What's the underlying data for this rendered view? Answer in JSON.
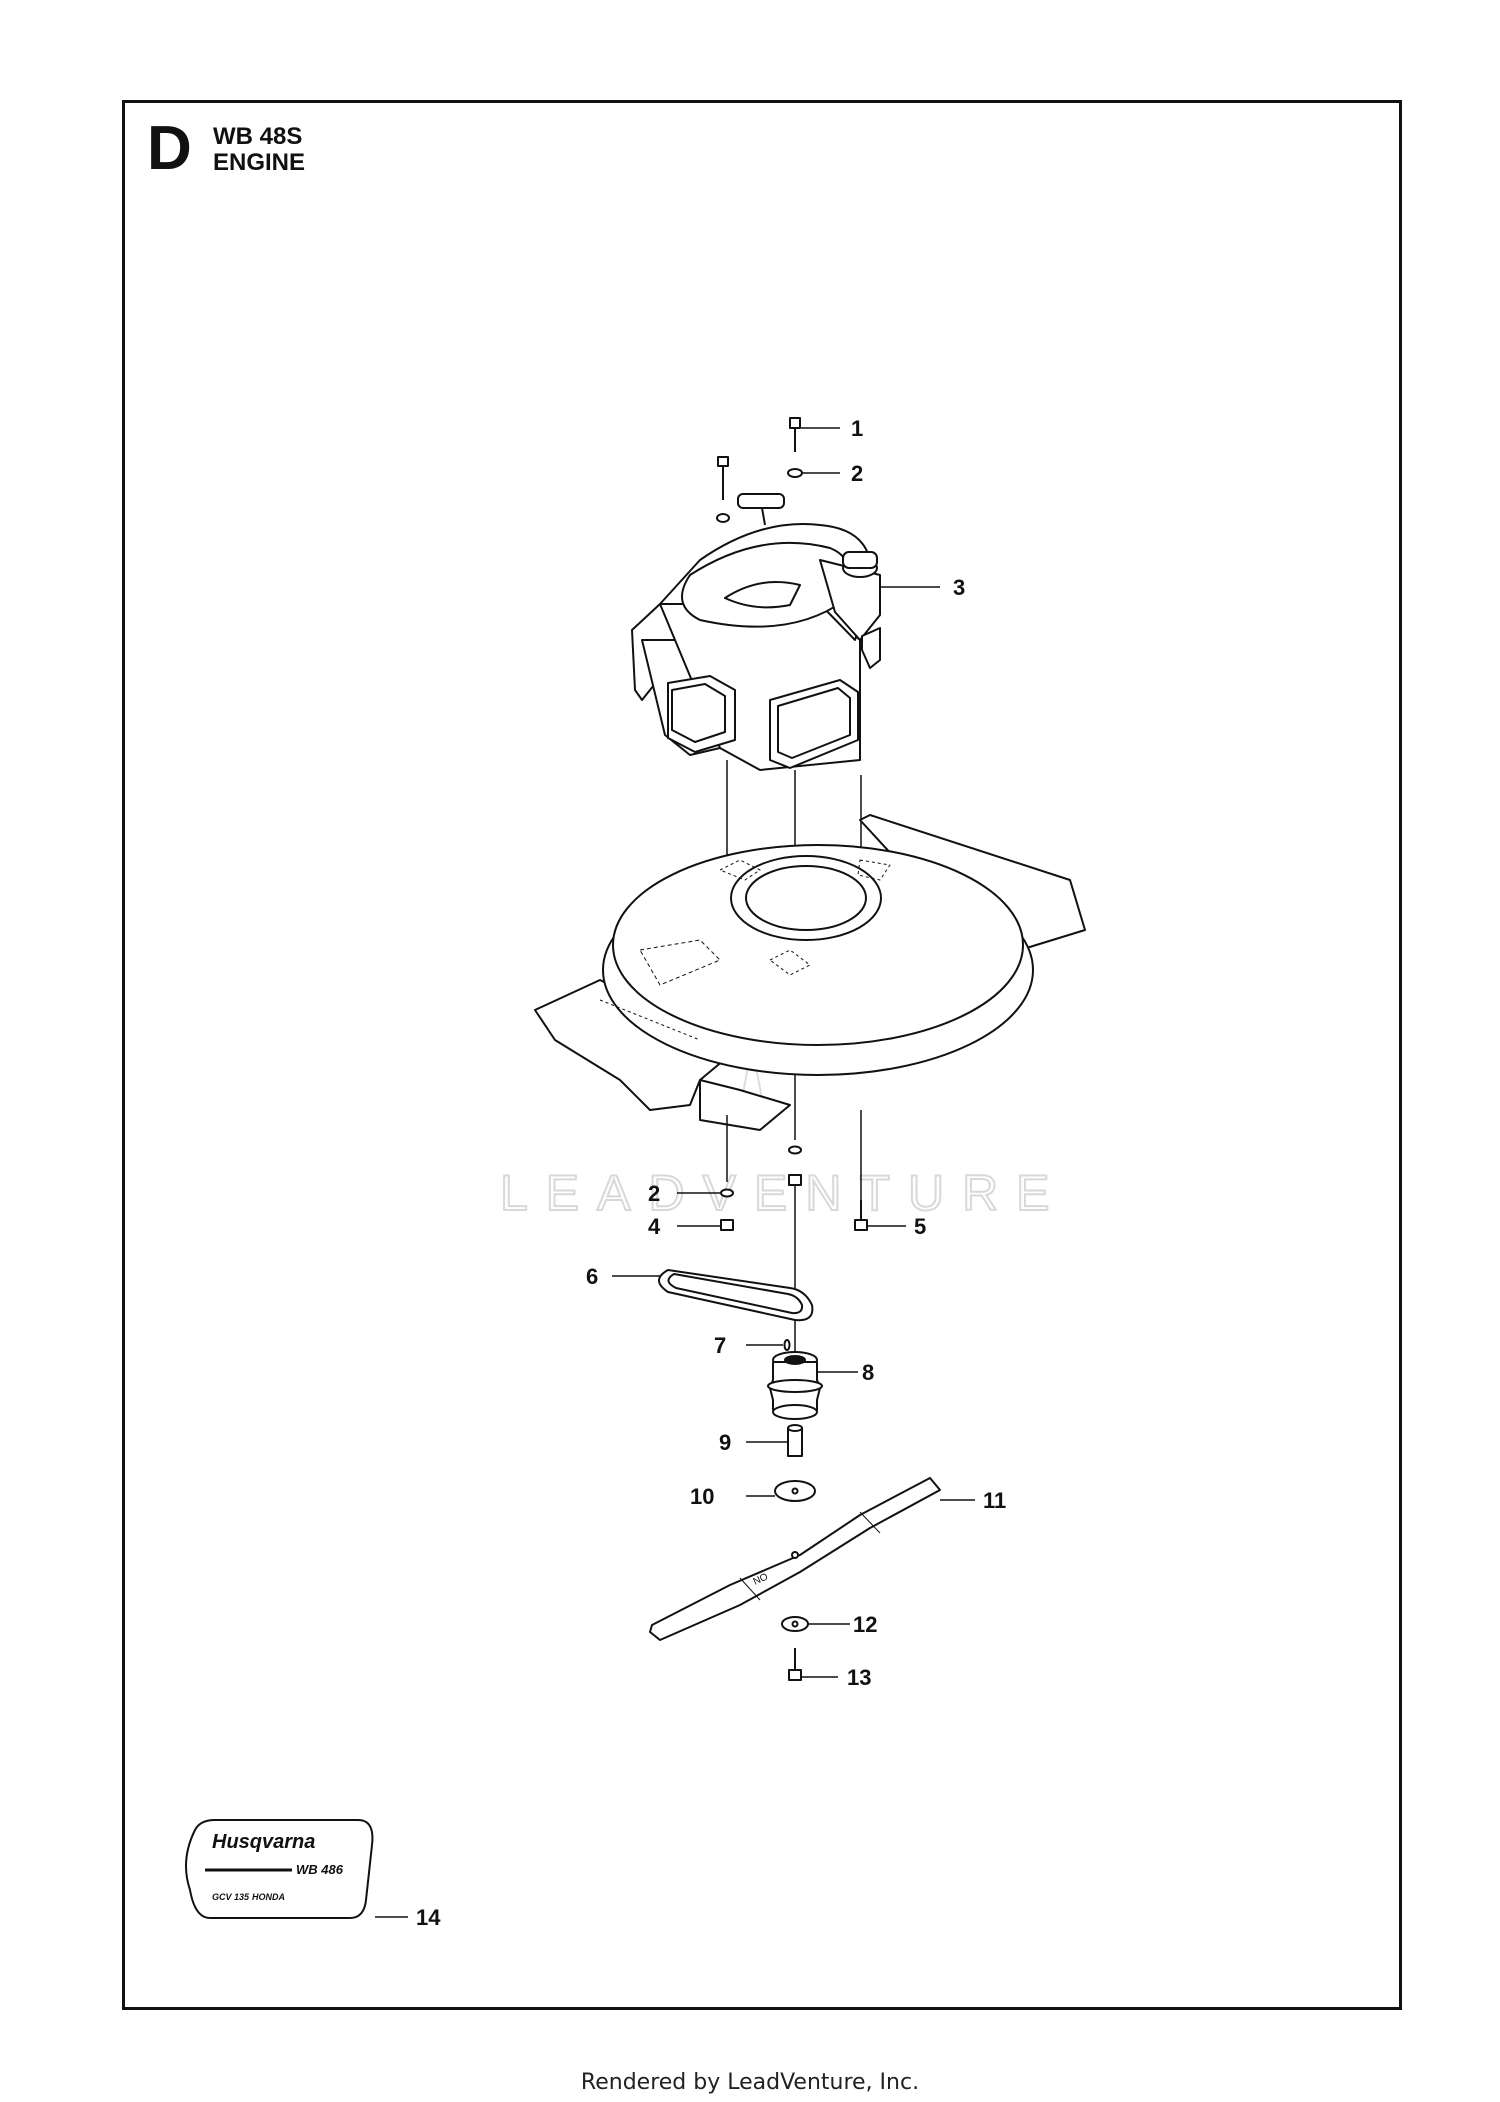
{
  "header": {
    "section_letter": "D",
    "model": "WB 48S",
    "title": "ENGINE"
  },
  "watermark": {
    "text": "LEADVENTURE"
  },
  "callouts": [
    {
      "number": "1",
      "part": "bolt"
    },
    {
      "number": "2",
      "part": "washer"
    },
    {
      "number": "3",
      "part": "engine"
    },
    {
      "number": "2",
      "part": "washer"
    },
    {
      "number": "4",
      "part": "nut"
    },
    {
      "number": "5",
      "part": "bolt"
    },
    {
      "number": "6",
      "part": "v-belt"
    },
    {
      "number": "7",
      "part": "key"
    },
    {
      "number": "8",
      "part": "pulley"
    },
    {
      "number": "9",
      "part": "spacer"
    },
    {
      "number": "10",
      "part": "washer"
    },
    {
      "number": "11",
      "part": "blade"
    },
    {
      "number": "12",
      "part": "washer"
    },
    {
      "number": "13",
      "part": "bolt"
    },
    {
      "number": "14",
      "part": "decal"
    }
  ],
  "decal": {
    "brand": "Husqvarna",
    "model": "WB 486",
    "engine": "GCV 135",
    "engine_brand": "HONDA"
  },
  "footer": {
    "text": "Rendered by LeadVenture, Inc."
  }
}
